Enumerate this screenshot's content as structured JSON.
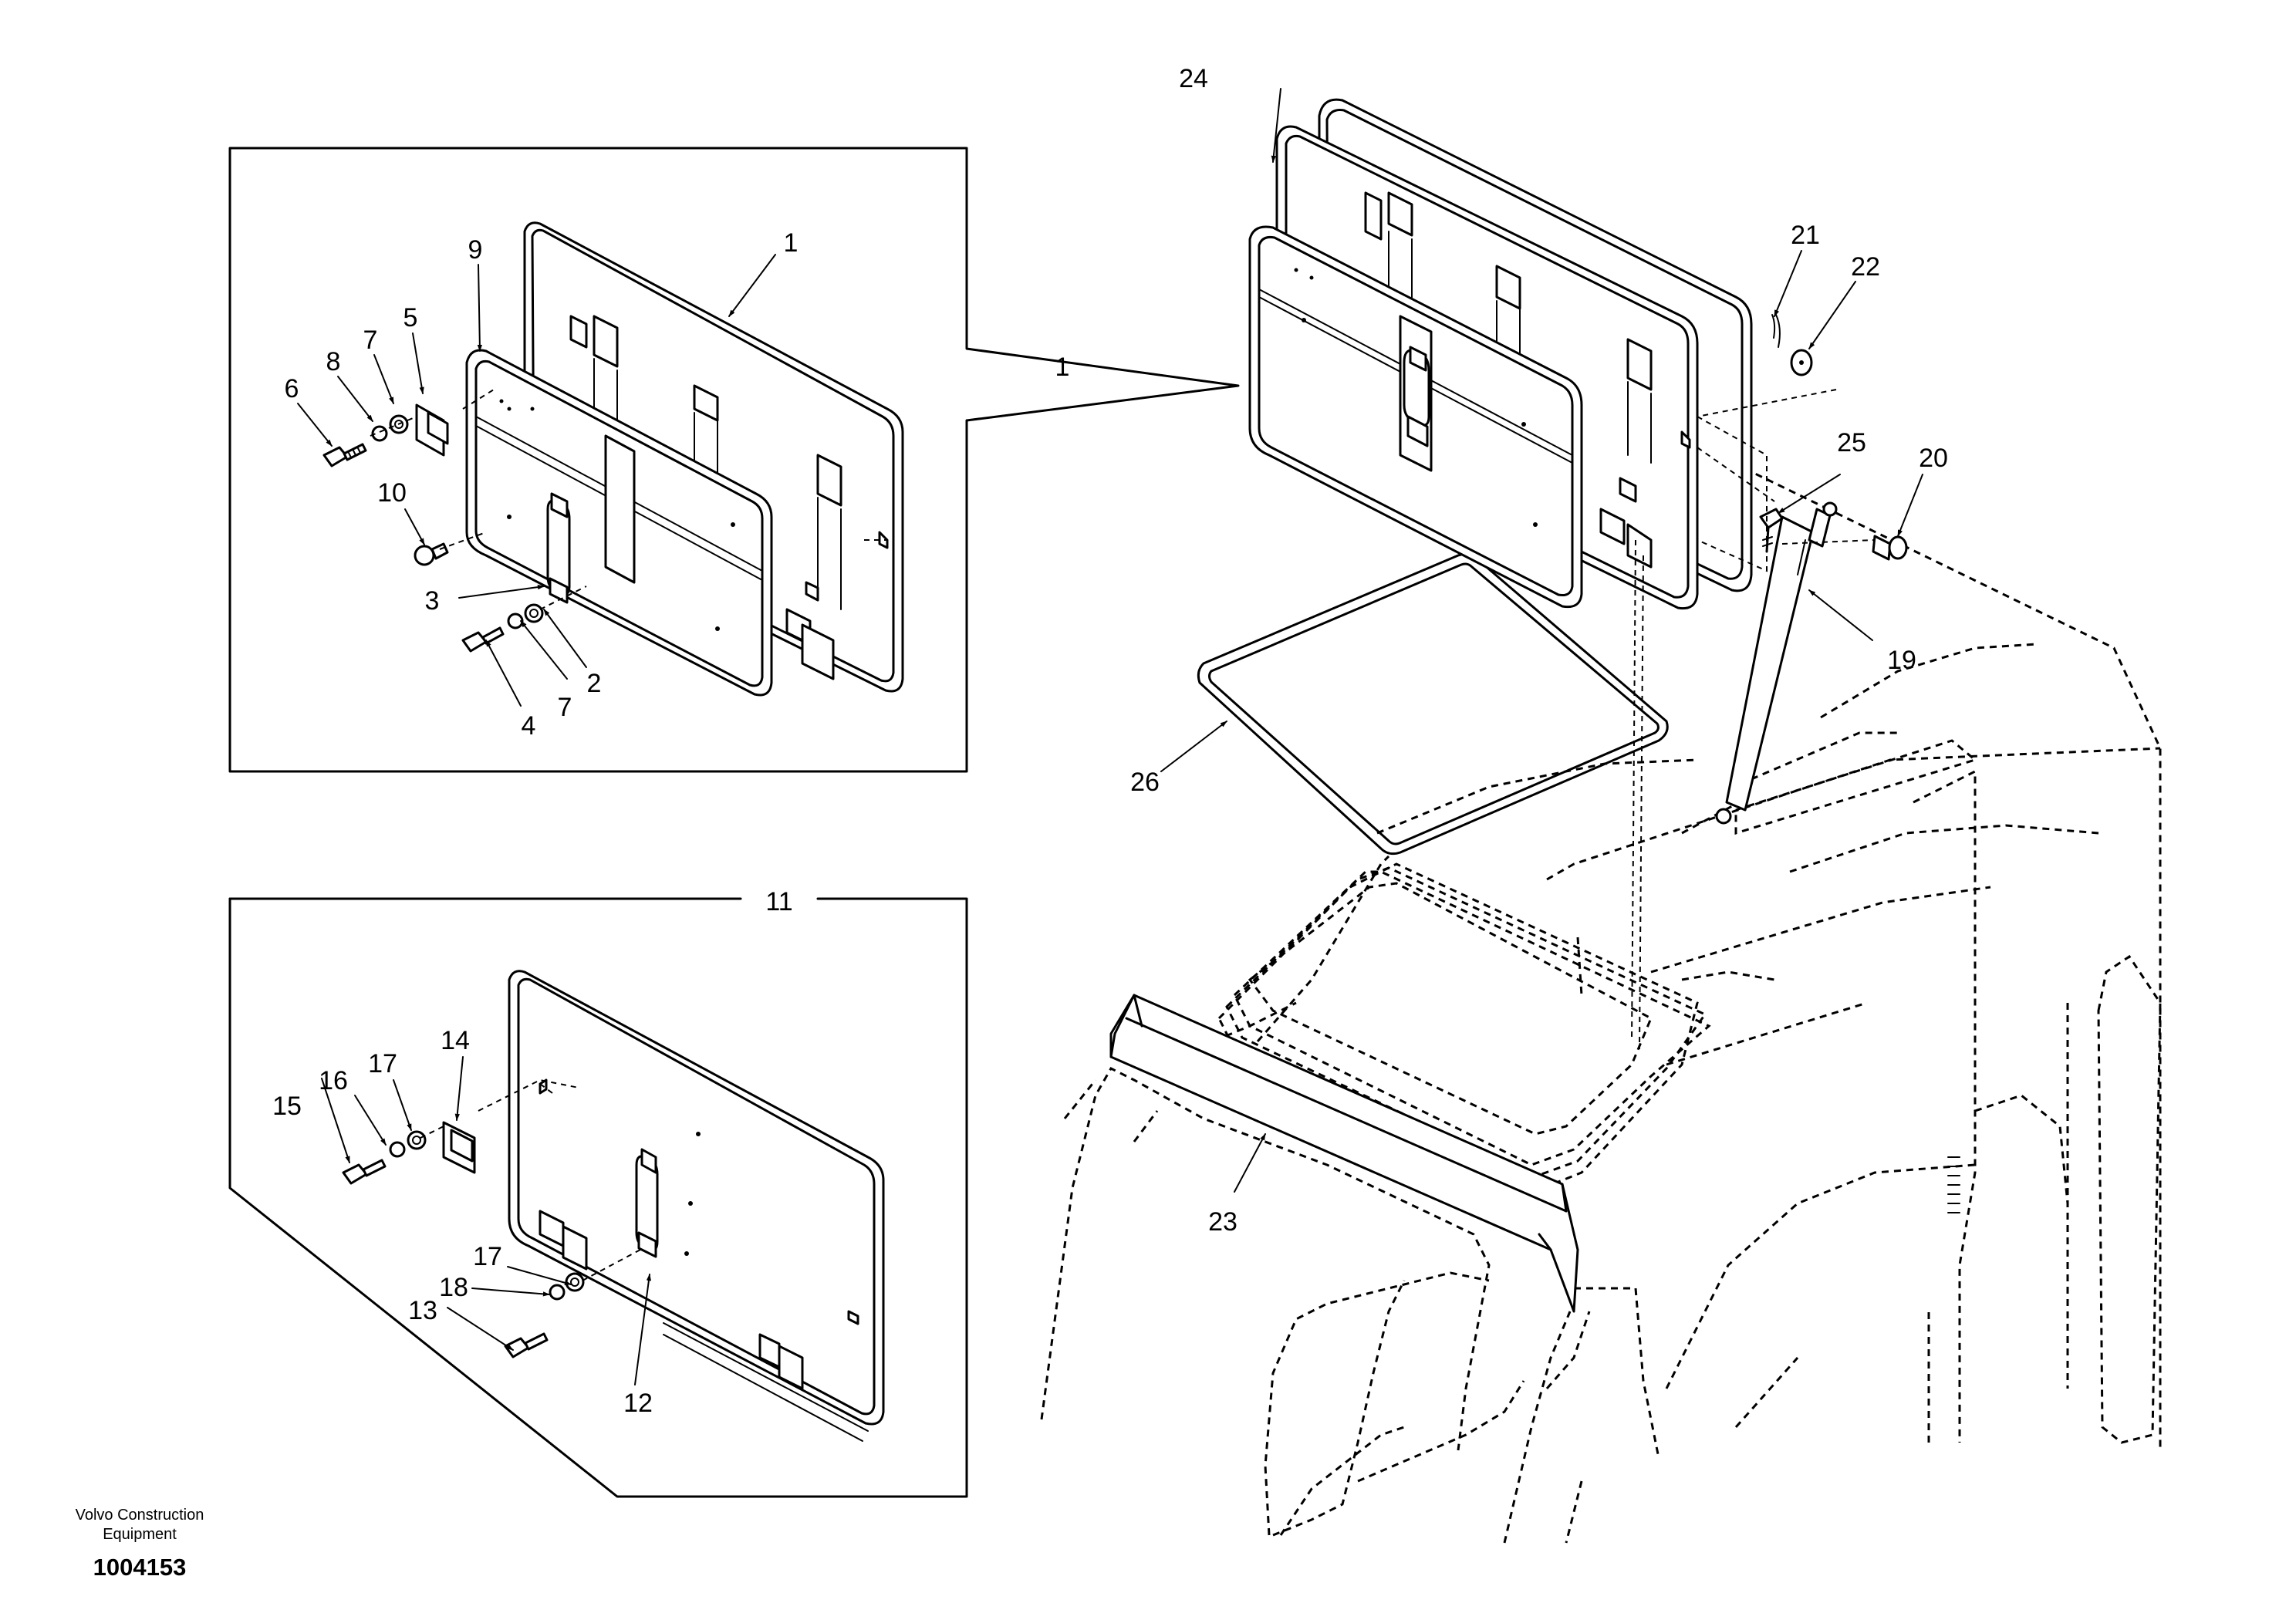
{
  "callouts": {
    "c1_inset": "1",
    "c1_main": "1",
    "c2": "2",
    "c3": "3",
    "c4": "4",
    "c5": "5",
    "c6": "6",
    "c7_upper": "7",
    "c7_lower": "7",
    "c8": "8",
    "c9": "9",
    "c10": "10",
    "c11": "11",
    "c12": "12",
    "c13": "13",
    "c14": "14",
    "c15": "15",
    "c16": "16",
    "c17_upper": "17",
    "c17_lower": "17",
    "c18": "18",
    "c19": "19",
    "c20": "20",
    "c21": "21",
    "c22": "22",
    "c23": "23",
    "c24": "24",
    "c25": "25",
    "c26": "26"
  },
  "footer": {
    "brand_line1": "Volvo Construction",
    "brand_line2": "Equipment",
    "document_number": "1004153"
  }
}
